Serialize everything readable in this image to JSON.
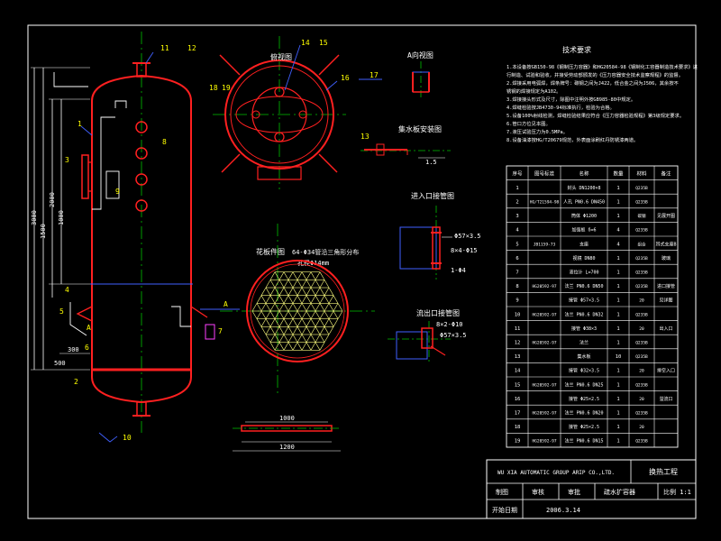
{
  "colors": {
    "background": "#000000",
    "frame": "#ffffff",
    "vessel": "#ff2020",
    "centerline": "#00c000",
    "dimension": "#ffffff",
    "leader": "#4060ff",
    "annotation": "#ffff00",
    "packing": "#ffff80",
    "detail": "#ff40ff",
    "cyan": "#00c8c8"
  },
  "views": {
    "top_view": "俯视图",
    "a_view": "A向视图",
    "collector": "集水板安装图",
    "inlet": "进入口接管图",
    "outlet": "流出口接管图",
    "packing_plate": "花板件图",
    "packing_note_1": "64-Φ34管沿三角形分布",
    "packing_note_2": "孔径Φ14mm"
  },
  "main_view_balloons": [
    "11",
    "12",
    "1",
    "2",
    "3",
    "4",
    "5",
    "6",
    "7",
    "8",
    "9",
    "10",
    "13",
    "14",
    "15",
    "16",
    "17",
    "18",
    "19"
  ],
  "main_dimensions": [
    "3000",
    "1500",
    "2000",
    "1000",
    "500",
    "300",
    "1000",
    "1200"
  ],
  "detail_labels": {
    "inlet_dim_1": "Φ57×3.5",
    "inlet_dim_2": "8×4-Φ15",
    "inlet_dim_3": "1-Φ4",
    "outlet_dim_1": "8×2-Φ10",
    "outlet_dim_2": "Φ57×3.5",
    "collector_dim": "1.5",
    "bottom_dim_1": "1000",
    "bottom_dim_2": "1200"
  },
  "tech_req": {
    "title": "技术要求",
    "lines": [
      "1.本设备按GB150-98《钢制压力容器》和HG20584-98《钢制化工容器制造技术要求》进",
      "  行制造、试验和验收，并接受劳动部颁发的《压力容器安全技术监察规程》的监督。",
      "2.焊接采用电弧焊，焊条牌号：碳钢之间为J422，低合金之间为J506，其余按不",
      "  锈钢的焊接规定为A102。",
      "3.焊接接头形式及尺寸，除图中注明外按GB985-80中规定。",
      "4.焊缝检验按JB4730-94标准执行，检验为合格。",
      "5.设备100%射线检测，焊缝检验结果应符合《压力容器检验规程》第3级规定要求。",
      "6.管口方位见本图。",
      "7.液压试验压力为0.5MPa。",
      "8.设备油漆按HG/T20679规范，外表面涂刷红丹防锈漆两道。"
    ]
  },
  "bom": {
    "headers": [
      "序号",
      "图号标准",
      "名称",
      "数量",
      "材料",
      "备注"
    ],
    "rows": [
      [
        "1",
        "",
        "封头 DN1200×8",
        "1",
        "Q235B",
        ""
      ],
      [
        "2",
        "HG/T21594-98",
        "人孔 PN0.6 DN450",
        "1",
        "Q235B",
        ""
      ],
      [
        "3",
        "",
        "筒体 Φ1200",
        "1",
        "碳钢",
        "见展开图"
      ],
      [
        "4",
        "",
        "加强板 δ=6",
        "4",
        "Q235B",
        ""
      ],
      [
        "5",
        "JB1159-73",
        "支座",
        "4",
        "组合",
        "耳式支座B"
      ],
      [
        "6",
        "",
        "视镜 DN80",
        "1",
        "Q235B",
        "玻璃"
      ],
      [
        "7",
        "",
        "液位计 L=700",
        "1",
        "Q235B",
        ""
      ],
      [
        "8",
        "HG20592-97",
        "法兰 PN0.6 DN50",
        "1",
        "Q235B",
        "进口接管"
      ],
      [
        "9",
        "",
        "接管 Φ57×3.5",
        "1",
        "20",
        "见详图"
      ],
      [
        "10",
        "HG20592-97",
        "法兰 PN0.6 DN32",
        "1",
        "Q235B",
        ""
      ],
      [
        "11",
        "",
        "接管 Φ38×3",
        "1",
        "20",
        "出入口"
      ],
      [
        "12",
        "HG20592-97",
        "法兰",
        "1",
        "Q235B",
        ""
      ],
      [
        "13",
        "",
        "集水板",
        "10",
        "Q235B",
        ""
      ],
      [
        "14",
        "",
        "接管 Φ32×3.5",
        "1",
        "20",
        "排空入口"
      ],
      [
        "15",
        "HG20592-97",
        "法兰 PN0.6 DN25",
        "1",
        "Q235B",
        ""
      ],
      [
        "16",
        "",
        "接管 Φ25×2.5",
        "1",
        "20",
        "溢流口"
      ],
      [
        "17",
        "HG20592-97",
        "法兰 PN0.6 DN20",
        "1",
        "Q235B",
        ""
      ],
      [
        "18",
        "",
        "接管 Φ25×2.5",
        "1",
        "20",
        ""
      ],
      [
        "19",
        "HG20592-97",
        "法兰 PN0.6 DN15",
        "1",
        "Q235B",
        ""
      ]
    ]
  },
  "title_block": {
    "company": "WU XIA AUTOMATIC GROUP ARIP CO.,LTD.",
    "project": "换热工程",
    "design_label": "制图",
    "check_label": "审核",
    "approve_label": "审批",
    "drawing_name": "疏水扩容器",
    "scale": "比例 1:1",
    "date_label": "开始日期",
    "date_value": "2006.3.14"
  }
}
